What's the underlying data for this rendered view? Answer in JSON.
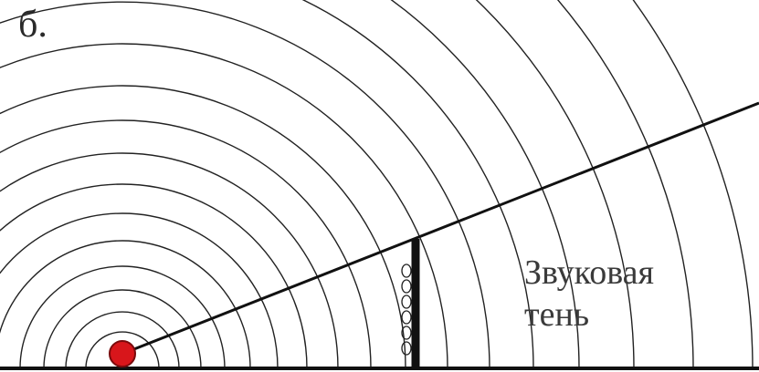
{
  "panel_label": "б.",
  "shadow_label": {
    "line1": "Звуковая",
    "line2": "тень"
  },
  "colors": {
    "source": "#d8161b",
    "lines": "#111111",
    "wavefront": "#222222"
  },
  "icons": {
    "source": "sound-source-dot",
    "barrier": "barrier-wall",
    "diffraction": "diffraction-wavelets"
  }
}
